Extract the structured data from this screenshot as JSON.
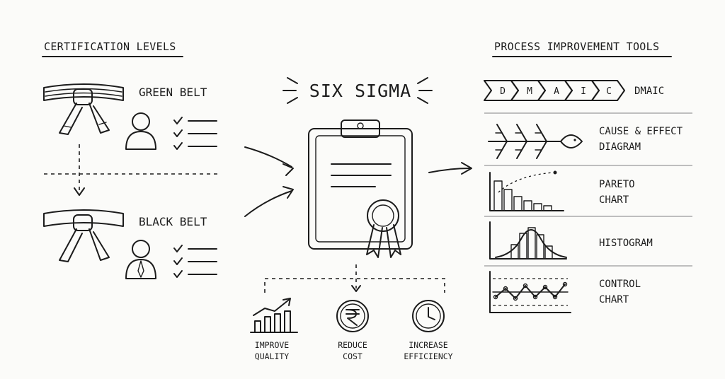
{
  "certification": {
    "heading": "CERTIFICATION LEVELS",
    "levels": [
      {
        "label": "GREEN BELT"
      },
      {
        "label": "BLACK BELT"
      }
    ]
  },
  "center": {
    "title": "SIX SIGMA",
    "benefits": [
      {
        "line1": "IMPROVE",
        "line2": "QUALITY",
        "icon": "bar-chart-trend-icon"
      },
      {
        "line1": "REDUCE",
        "line2": "COST",
        "icon": "rupee-coin-icon"
      },
      {
        "line1": "INCREASE",
        "line2": "EFFICIENCY",
        "icon": "clock-icon"
      }
    ]
  },
  "tools": {
    "heading": "PROCESS IMPROVEMENT TOOLS",
    "dmaic_steps": [
      "D",
      "M",
      "A",
      "I",
      "C"
    ],
    "items": [
      {
        "line1": "DMAIC",
        "line2": ""
      },
      {
        "line1": "CAUSE & EFFECT",
        "line2": "DIAGRAM"
      },
      {
        "line1": "PARETO",
        "line2": "CHART"
      },
      {
        "line1": "HISTOGRAM",
        "line2": ""
      },
      {
        "line1": "CONTROL",
        "line2": "CHART"
      }
    ]
  }
}
